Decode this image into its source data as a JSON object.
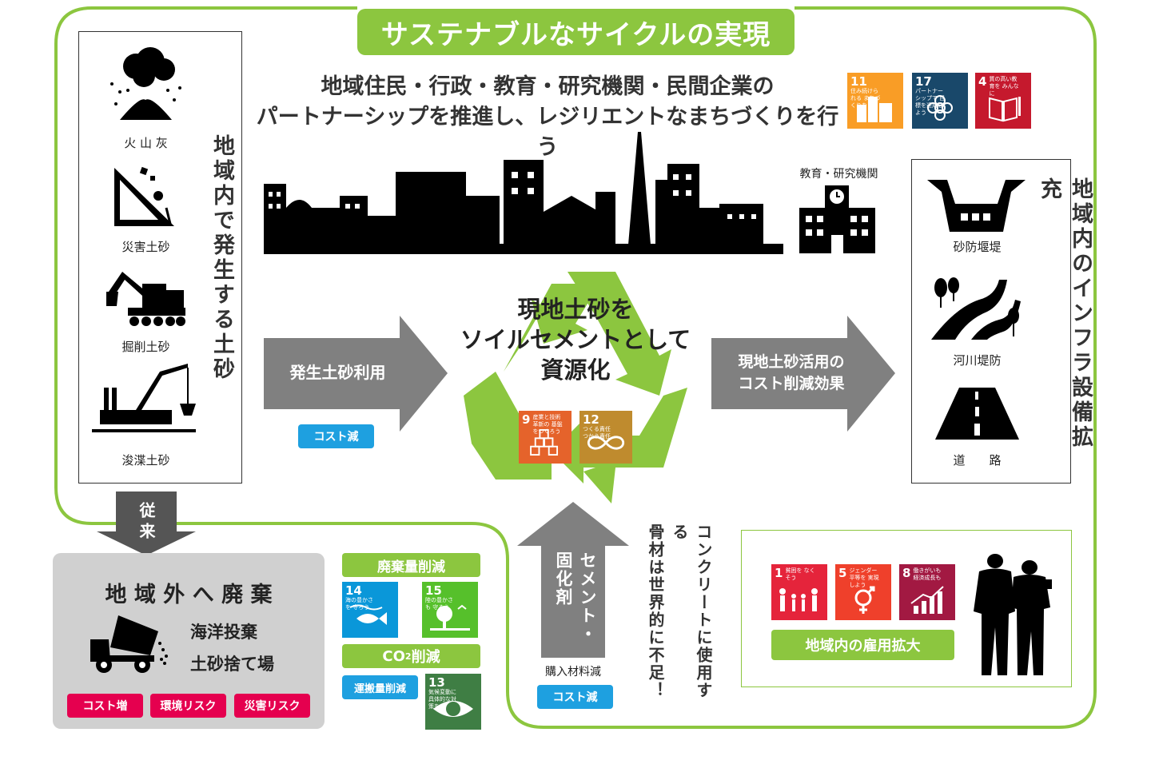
{
  "title": "サステナブルなサイクルの実現",
  "headline": {
    "line1": "地域住民・行政・教育・研究機関・民間企業の",
    "line2": "パートナーシップを推進し、レジリエントなまちづくりを行う"
  },
  "top_sdgs": [
    {
      "num": "11",
      "caption": "住み続けられる まちづくりを",
      "color": "#f99d26",
      "icon": "city-icon"
    },
    {
      "num": "17",
      "caption": "パートナーシップで 目標を達成しよう",
      "color": "#19486a",
      "icon": "flower-icon"
    },
    {
      "num": "4",
      "caption": "質の高い教育を みんなに",
      "color": "#c5192d",
      "icon": "book-icon"
    }
  ],
  "education_label": "教育・研究機関",
  "left_panel": {
    "items": [
      "火 山 灰",
      "災害土砂",
      "掘削土砂",
      "浚渫土砂"
    ],
    "vertical_label": "地域内で発生する土砂"
  },
  "right_panel": {
    "items": [
      "砂防堰堤",
      "河川堤防",
      "道　　路"
    ],
    "vertical_label": "地域内のインフラ設備拡充"
  },
  "center": {
    "line1": "現地土砂を",
    "line2": "ソイルセメントとして",
    "line3": "資源化",
    "sdgs": [
      {
        "num": "9",
        "caption": "産業と技術革新の 基盤をつくろう",
        "color": "#e5632b",
        "icon": "cubes-icon"
      },
      {
        "num": "12",
        "caption": "つくる責任 つかう責任",
        "color": "#bf8b2e",
        "icon": "infinity-icon"
      }
    ]
  },
  "left_arrow": {
    "label": "発生土砂利用",
    "pill": "コスト減"
  },
  "right_arrow": {
    "line1": "現地土砂活用の",
    "line2": "コスト削減効果"
  },
  "down_arrow": {
    "label": "従来"
  },
  "disposal": {
    "title": "地 域 外 へ 廃 棄",
    "line1": "海洋投棄",
    "line2": "土砂捨て場",
    "pills": [
      "コスト増",
      "環境リスク",
      "災害リスク"
    ]
  },
  "mid_sdgs": {
    "bar1": "廃棄量削減",
    "bar2_main": "CO",
    "bar2_sub": "2",
    "bar2_tail": "削減",
    "transport_pill": "運搬量削減",
    "cards": [
      {
        "num": "14",
        "caption": "海の豊かさを 守ろう",
        "color": "#0a97d9",
        "icon": "fish-icon"
      },
      {
        "num": "15",
        "caption": "陸の豊かさも 守ろう",
        "color": "#56c02b",
        "icon": "tree-icon"
      },
      {
        "num": "13",
        "caption": "気候変動に 具体的な対策を",
        "color": "#3f7e44",
        "icon": "eye-globe-icon"
      }
    ]
  },
  "up_arrow": {
    "label": "セメント・固化剤",
    "sub": "購入材料減",
    "pill": "コスト減"
  },
  "concrete_note": {
    "line1": "コンクリートに使用する",
    "line2": "骨材は世界的に不足！"
  },
  "employment": {
    "bar": "地域内の雇用拡大",
    "cards": [
      {
        "num": "1",
        "caption": "貧困を なくそう",
        "color": "#e5243b",
        "icon": "family-icon"
      },
      {
        "num": "5",
        "caption": "ジェンダー平等を 実現しよう",
        "color": "#ef402b",
        "icon": "gender-icon"
      },
      {
        "num": "8",
        "caption": "働きがいも 経済成長も",
        "color": "#a21942",
        "icon": "growth-icon"
      }
    ]
  },
  "colors": {
    "green": "#8cc63f",
    "gray": "#808080",
    "blue": "#1ea0e0",
    "pink": "#e5004f"
  }
}
